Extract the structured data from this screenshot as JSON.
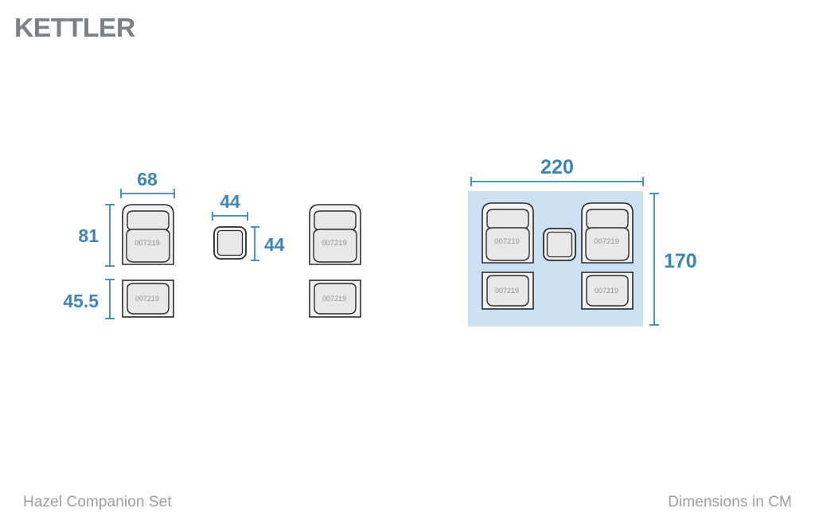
{
  "brand": {
    "name": "KETTLER"
  },
  "footer": {
    "product_name": "Hazel Companion Set",
    "units_note": "Dimensions in CM"
  },
  "colors": {
    "dimension_blue": "#3d85b8",
    "rug_blue": "#cbe0f2",
    "outline_dark": "#2b2b2b",
    "cushion_fill": "#e8e8e8",
    "frame_fill": "#f2f2f2",
    "sku_grey": "#8e9195",
    "logo_grey": "#7b8085",
    "footer_grey": "#9a9ea2"
  },
  "sku": {
    "label": "007219"
  },
  "dimensions": {
    "chair_width": "68",
    "chair_depth": "81",
    "ottoman_depth": "45.5",
    "table_width": "44",
    "table_depth": "44",
    "set_width": "220",
    "set_depth": "170"
  },
  "parts": [
    {
      "name": "chair-left",
      "sku": "007219",
      "type": "chair"
    },
    {
      "name": "ottoman-left",
      "sku": "007219",
      "type": "ottoman"
    },
    {
      "name": "side-table",
      "sku": "",
      "type": "table"
    },
    {
      "name": "chair-right",
      "sku": "007219",
      "type": "chair"
    },
    {
      "name": "ottoman-right",
      "sku": "007219",
      "type": "ottoman"
    }
  ],
  "assembly": {
    "items": [
      {
        "name": "assembly-chair-left",
        "sku": "007219"
      },
      {
        "name": "assembly-ottoman-left",
        "sku": "007219"
      },
      {
        "name": "assembly-table",
        "sku": ""
      },
      {
        "name": "assembly-chair-right",
        "sku": "007219"
      },
      {
        "name": "assembly-ottoman-right",
        "sku": "007219"
      }
    ]
  }
}
